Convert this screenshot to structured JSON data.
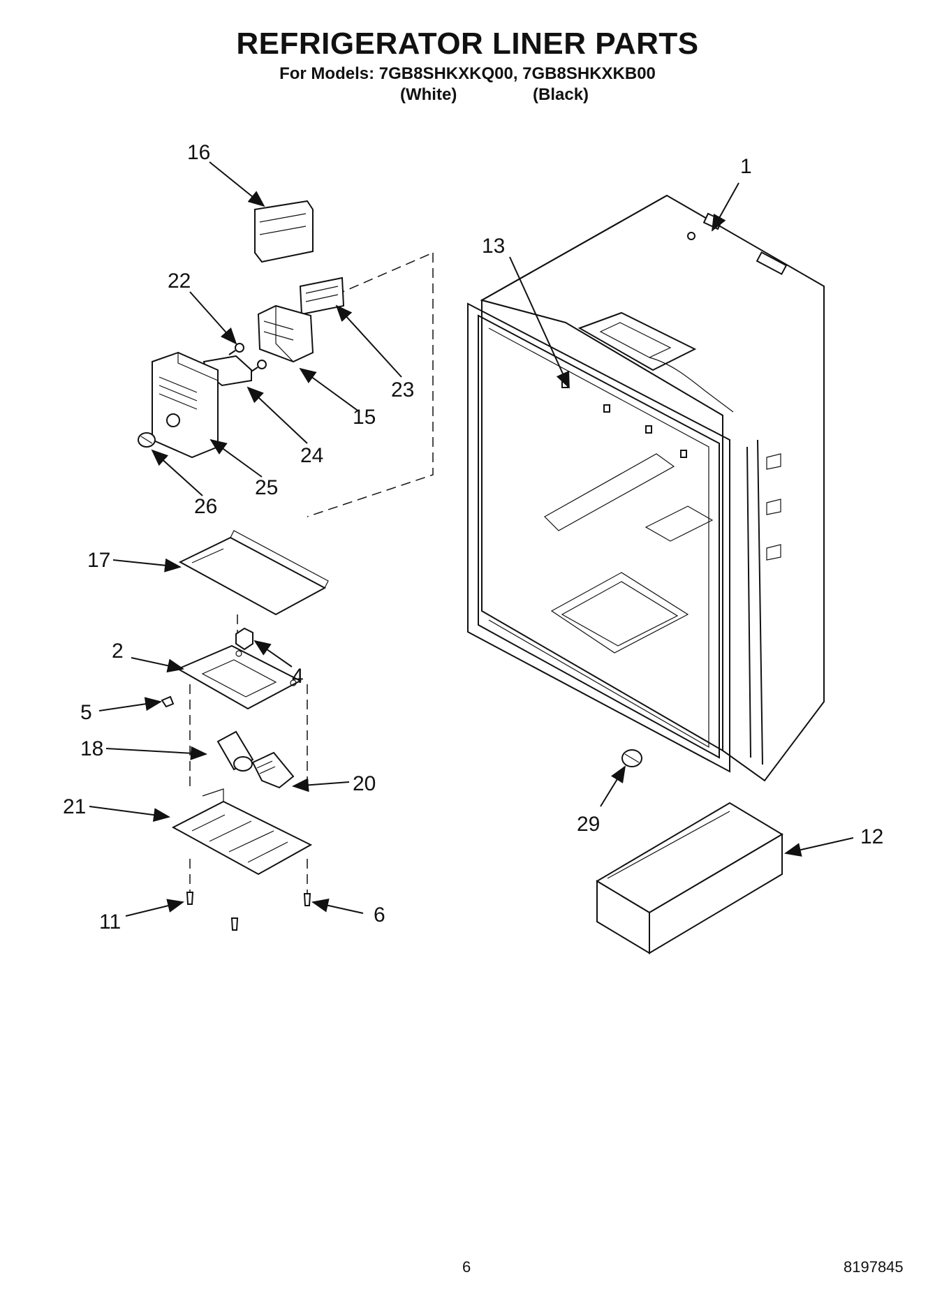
{
  "header": {
    "title": "REFRIGERATOR LINER PARTS",
    "models_line": "For Models: 7GB8SHKXKQ00, 7GB8SHKXKB00",
    "variant_white": "(White)",
    "variant_black": "(Black)"
  },
  "callouts": {
    "c1": "1",
    "c2": "2",
    "c4": "4",
    "c5": "5",
    "c6": "6",
    "c11": "11",
    "c12": "12",
    "c13": "13",
    "c15": "15",
    "c16": "16",
    "c17": "17",
    "c18": "18",
    "c20": "20",
    "c21": "21",
    "c22": "22",
    "c23": "23",
    "c24": "24",
    "c25": "25",
    "c26": "26",
    "c29": "29"
  },
  "footer": {
    "page_number": "6",
    "doc_number": "8197845"
  }
}
